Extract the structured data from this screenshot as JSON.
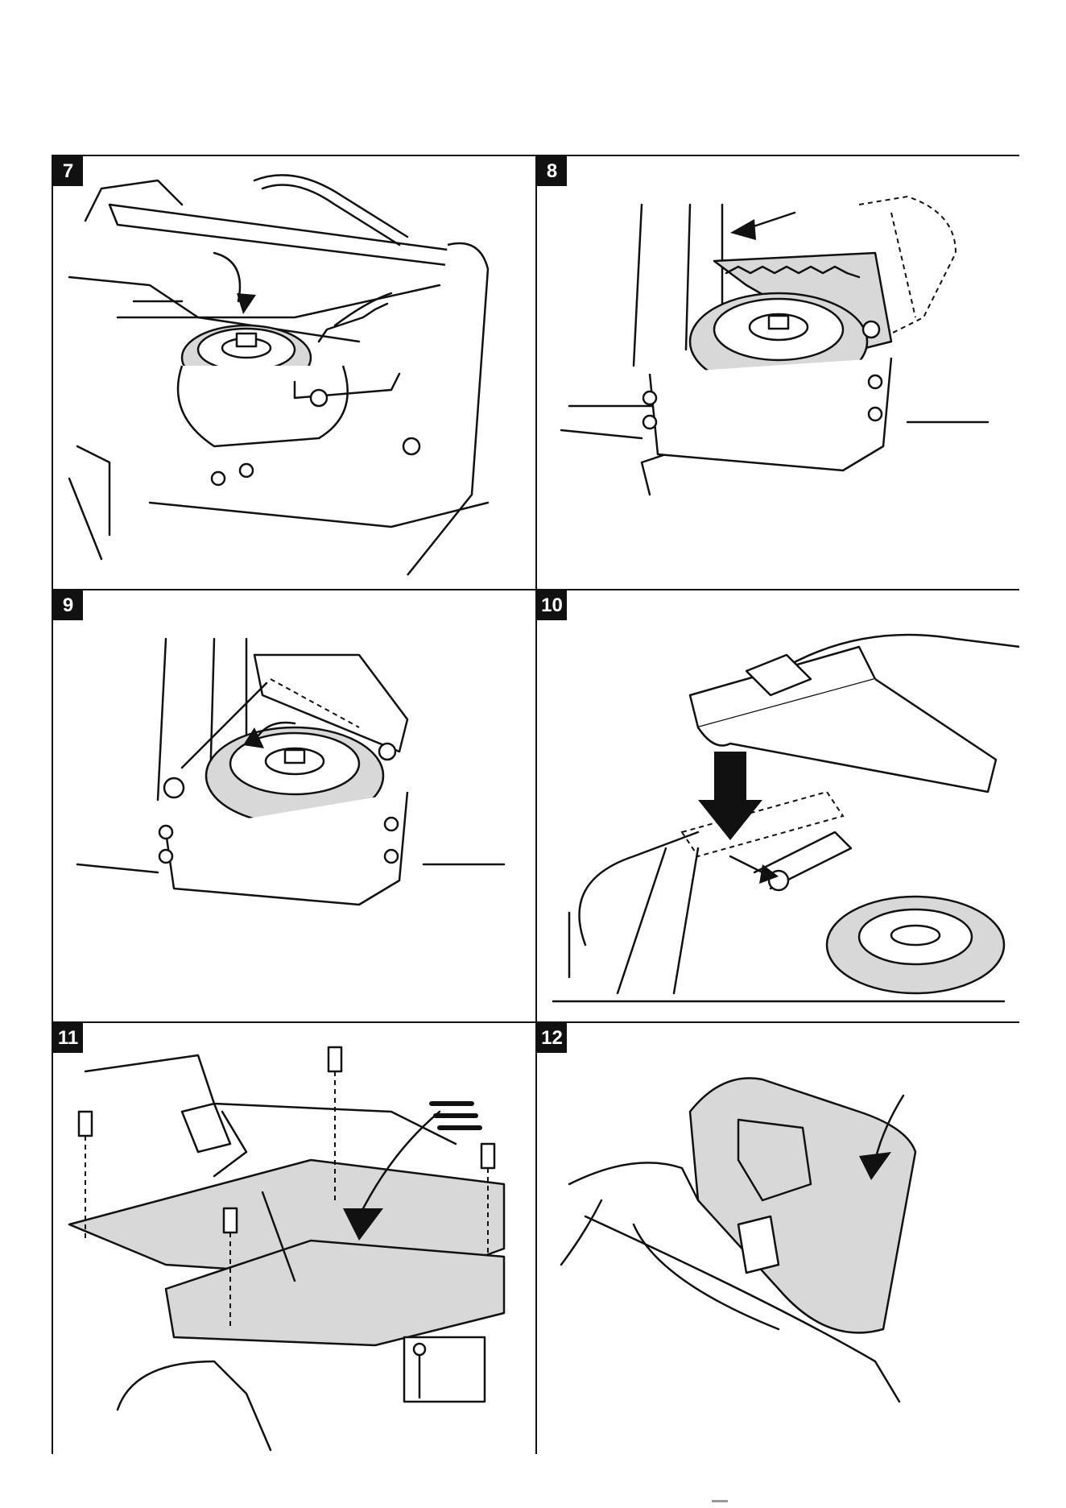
{
  "panels": [
    {
      "number": "7"
    },
    {
      "number": "8"
    },
    {
      "number": "9"
    },
    {
      "number": "10"
    },
    {
      "number": "11"
    },
    {
      "number": "12"
    }
  ],
  "icons": {
    "step_arrow": "curved-arrow-icon",
    "push_arrow": "down-arrow-icon",
    "tool": "wrench-icon"
  },
  "colors": {
    "line": "#111111",
    "shade": "#d8d8d8",
    "background": "#ffffff"
  }
}
